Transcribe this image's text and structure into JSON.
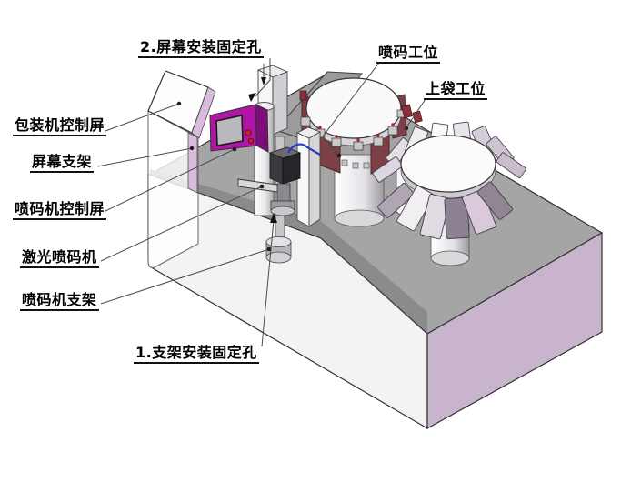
{
  "diagram": {
    "title": "packaging machine laser coder installation diagram",
    "labels": {
      "screen_mount_holes": "2.屏幕安装固定孔",
      "coding_station": "喷码工位",
      "bag_loading_station": "上袋工位",
      "packer_control_screen": "包装机控制屏",
      "screen_bracket": "屏幕支架",
      "coder_control_screen": "喷码机控制屏",
      "laser_coder": "激光喷码机",
      "coder_bracket": "喷码机支架",
      "bracket_mount_holes": "1.支架安装固定孔"
    },
    "colors": {
      "base_top": "#a5a5a5",
      "base_shadow": "#8b8b8b",
      "base_front": "#f3f3f3",
      "base_right": "#c9b4cd",
      "station_ring": "#7c4046",
      "clamp_red": "#b22222",
      "screen_face": "#b016a6",
      "screen_side": "#7d0d78",
      "screen_inner": "#b9b9bd",
      "button_red": "#cc2020",
      "cable_blue": "#2a3bc4",
      "bracket_pink": "#d9bcdd",
      "petal_pink": "#d9c9da",
      "petal_dark": "#8d8292",
      "line": "#4a4a4a"
    }
  }
}
